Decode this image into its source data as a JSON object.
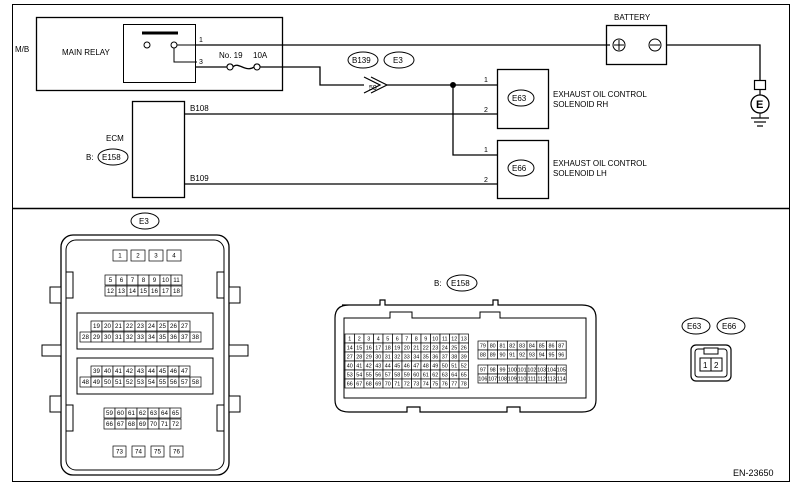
{
  "labels": {
    "mb": "M/B",
    "main_relay": "MAIN RELAY",
    "relay_pin_1": "1",
    "relay_pin_3": "3",
    "fuse": "No. 19",
    "fuse_rating": "10A",
    "battery": "BATTERY",
    "connector_b139": "B139",
    "connector_e3": "E3",
    "splice_pin": "59",
    "ecm": "ECM",
    "ecm_prefix": "B:",
    "ecm_connector": "E158",
    "wire_b108": "B108",
    "wire_b109": "B109",
    "solenoid_rh_conn": "E63",
    "solenoid_rh_line1": "EXHAUST OIL CONTROL",
    "solenoid_rh_line2": "SOLENOID RH",
    "solenoid_lh_conn": "E66",
    "solenoid_lh_line1": "EXHAUST OIL CONTROL",
    "solenoid_lh_line2": "SOLENOID LH",
    "pin_1": "1",
    "pin_2": "2",
    "ground": "E",
    "e3_title": "E3",
    "b_prefix": "B:",
    "b_title": "E158",
    "small_conn_1": "E63",
    "small_conn_2": "E66",
    "small_pin_1": "1",
    "small_pin_2": "2",
    "code": "EN-23650"
  },
  "e3_pins": {
    "row_a": [
      "1",
      "2",
      "3",
      "4"
    ],
    "row_b1": [
      "5",
      "6",
      "7",
      "8",
      "9",
      "10",
      "11"
    ],
    "row_b2": [
      "12",
      "13",
      "14",
      "15",
      "16",
      "17",
      "18"
    ],
    "row_c1": [
      "19",
      "20",
      "21",
      "22",
      "23",
      "24",
      "25",
      "26",
      "27"
    ],
    "row_c2": [
      "28",
      "29",
      "30",
      "31",
      "32",
      "33",
      "34",
      "35",
      "36",
      "37",
      "38"
    ],
    "row_d1": [
      "39",
      "40",
      "41",
      "42",
      "43",
      "44",
      "45",
      "46",
      "47"
    ],
    "row_d2": [
      "48",
      "49",
      "50",
      "51",
      "52",
      "53",
      "54",
      "55",
      "56",
      "57",
      "58"
    ],
    "row_e1": [
      "59",
      "60",
      "61",
      "62",
      "63",
      "64",
      "65"
    ],
    "row_e2": [
      "66",
      "67",
      "68",
      "69",
      "70",
      "71",
      "72"
    ],
    "row_f": [
      "73",
      "74",
      "75",
      "76"
    ]
  },
  "b_pins": {
    "left_rows": [
      [
        "1",
        "2",
        "3",
        "4",
        "5",
        "6",
        "7",
        "8",
        "9",
        "10",
        "11",
        "12",
        "13"
      ],
      [
        "14",
        "15",
        "16",
        "17",
        "18",
        "19",
        "20",
        "21",
        "22",
        "23",
        "24",
        "25",
        "26"
      ],
      [
        "27",
        "28",
        "29",
        "30",
        "31",
        "32",
        "33",
        "34",
        "35",
        "36",
        "37",
        "38",
        "39"
      ],
      [
        "40",
        "41",
        "42",
        "43",
        "44",
        "45",
        "46",
        "47",
        "48",
        "49",
        "50",
        "51",
        "52"
      ],
      [
        "53",
        "54",
        "55",
        "56",
        "57",
        "58",
        "59",
        "60",
        "61",
        "62",
        "63",
        "64",
        "65"
      ],
      [
        "66",
        "67",
        "68",
        "69",
        "70",
        "71",
        "72",
        "73",
        "74",
        "75",
        "76",
        "77",
        "78"
      ]
    ],
    "right_rows": [
      [
        "79",
        "80",
        "81",
        "82",
        "83",
        "84",
        "85",
        "86",
        "87"
      ],
      [
        "88",
        "89",
        "90",
        "91",
        "92",
        "93",
        "94",
        "95",
        "96"
      ],
      [
        "97",
        "98",
        "99",
        "100",
        "101",
        "102",
        "103",
        "104",
        "105"
      ],
      [
        "106",
        "107",
        "108",
        "109",
        "110",
        "111",
        "112",
        "113",
        "114"
      ]
    ]
  }
}
